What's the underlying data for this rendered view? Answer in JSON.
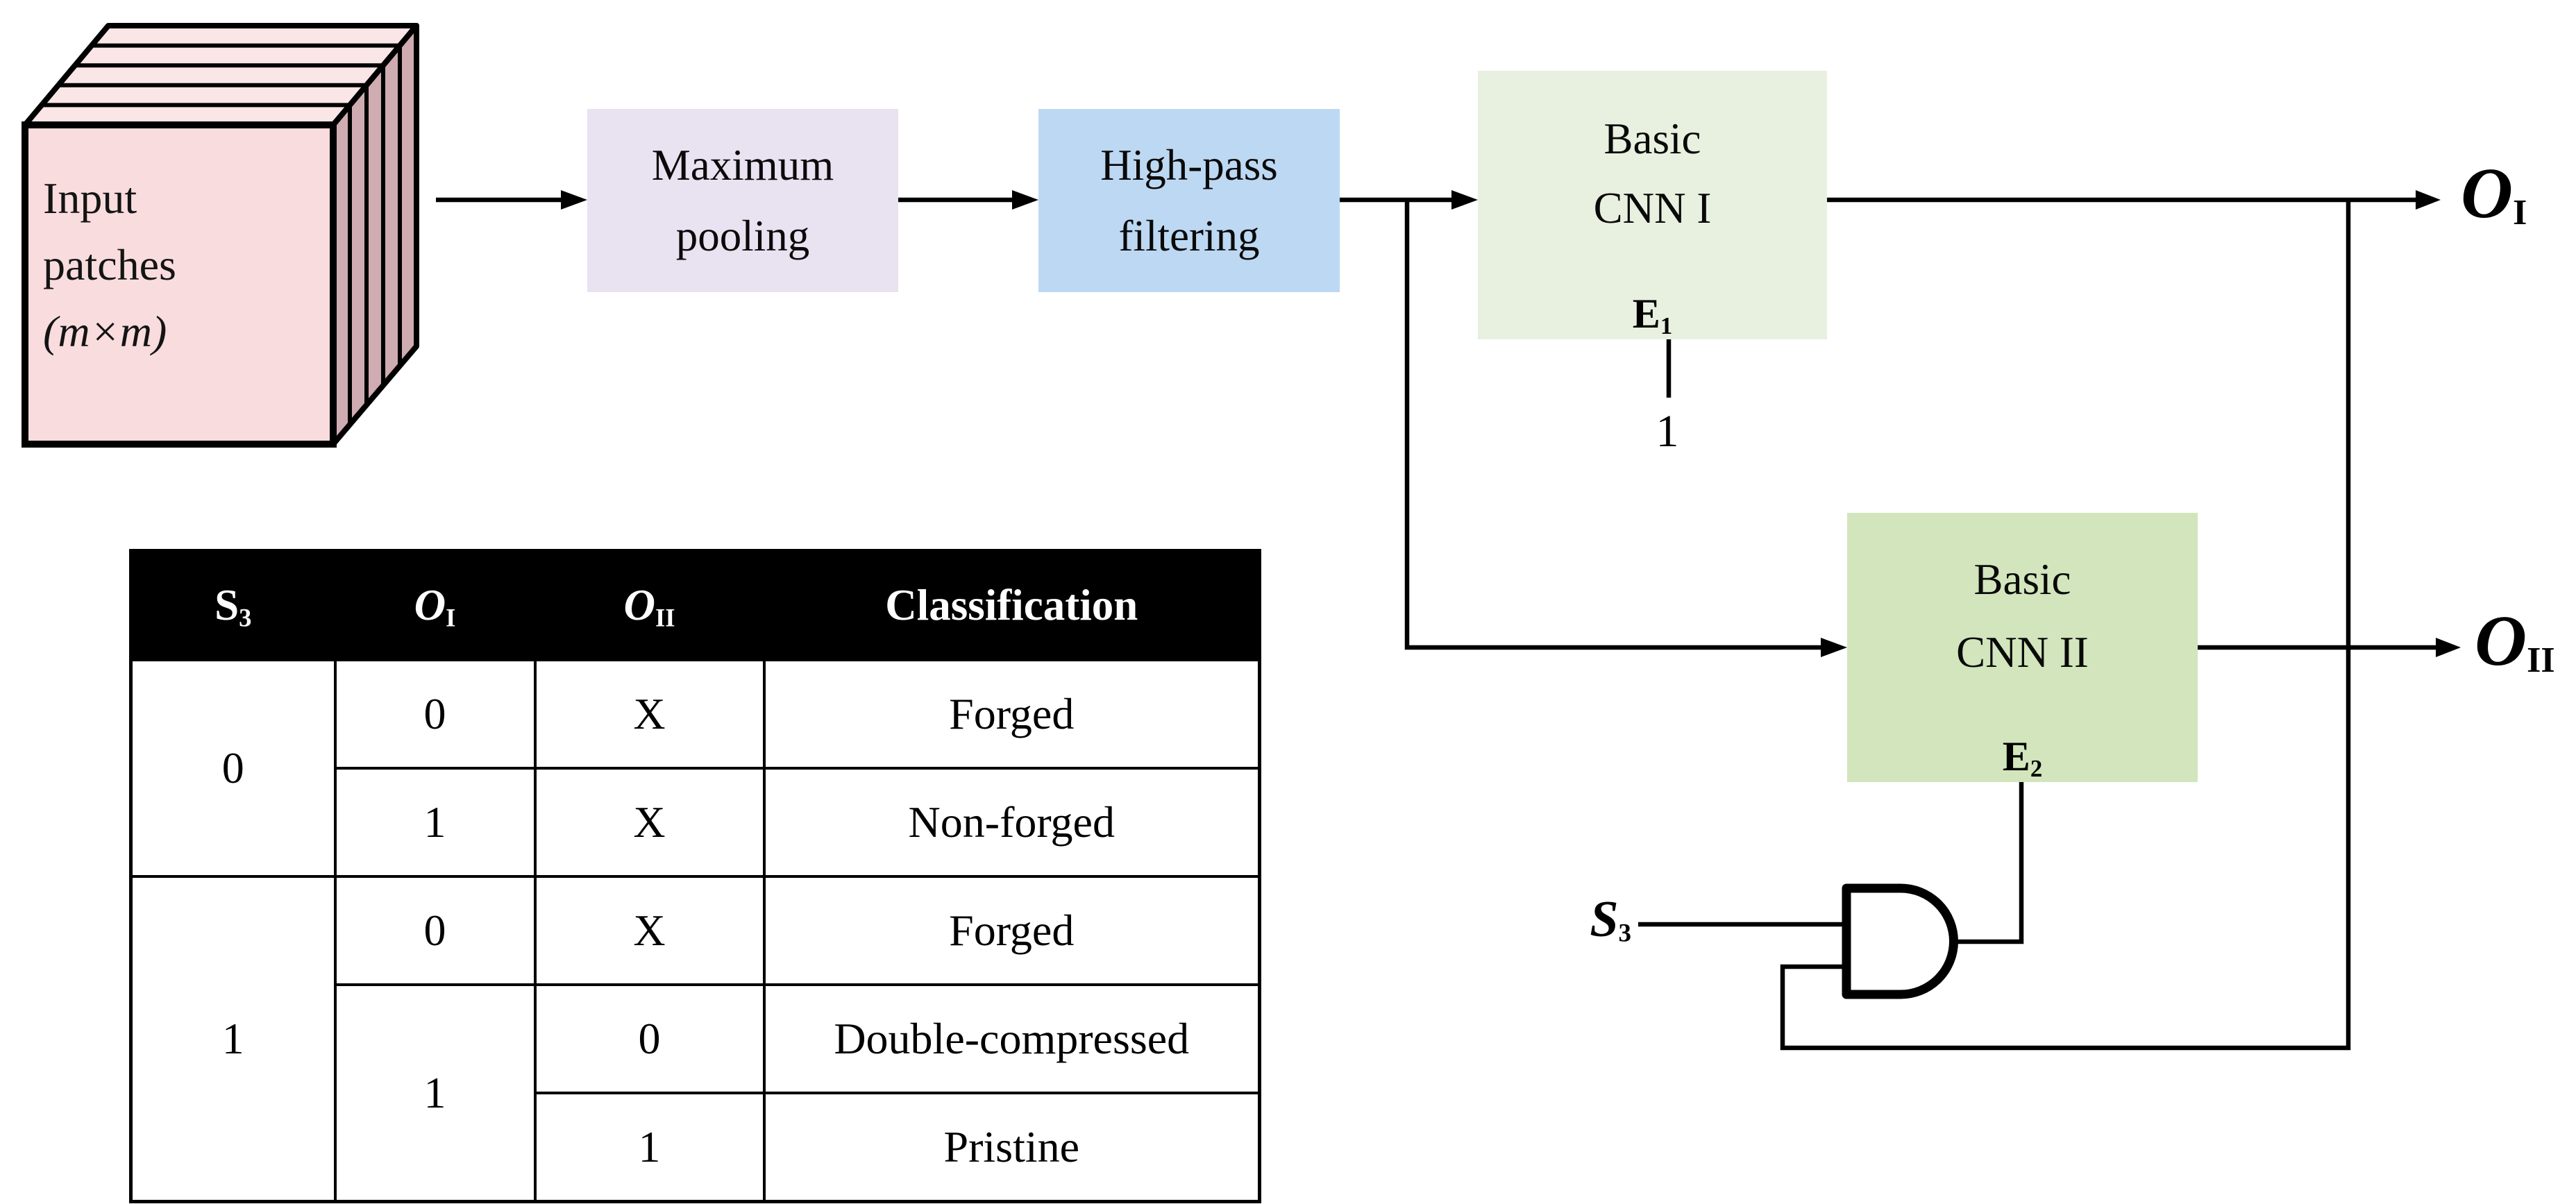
{
  "colors": {
    "cube_front": "#f9dcde",
    "cube_top": "#fbe6e7",
    "cube_side": "#cfacb1",
    "box_pooling": "#e9e2f1",
    "box_highpass": "#bdd8f2",
    "box_cnn1": "#e8f0df",
    "box_cnn2": "#d2e5bc",
    "header_bg": "#000000",
    "header_text": "#ffffff",
    "line": "#000000"
  },
  "diagram": {
    "input_cube": {
      "line1": "Input",
      "line2": "patches",
      "line3": "(m×m)"
    },
    "pooling": {
      "line1": "Maximum",
      "line2": "pooling"
    },
    "highpass": {
      "line1": "High-pass",
      "line2": "filtering"
    },
    "cnn1": {
      "line1": "Basic",
      "line2": "CNN I",
      "e_base": "E",
      "e_sub": "1"
    },
    "cnn2": {
      "line1": "Basic",
      "line2": "CNN II",
      "e_base": "E",
      "e_sub": "2"
    },
    "const_one": "1",
    "s3": {
      "base": "S",
      "sub": "3"
    },
    "o1": {
      "base": "O",
      "sub": "I"
    },
    "o2": {
      "base": "O",
      "sub": "II"
    }
  },
  "table": {
    "header": {
      "s3": {
        "base": "S",
        "sub": "3"
      },
      "o1": {
        "base": "O",
        "sub": "I"
      },
      "o2": {
        "base": "O",
        "sub": "II"
      },
      "classification": "Classification"
    },
    "body": {
      "s3_group0": "0",
      "s3_group1": "1",
      "r1": {
        "o1": "0",
        "o2": "X",
        "cls": "Forged"
      },
      "r2": {
        "o1": "1",
        "o2": "X",
        "cls": "Non-forged"
      },
      "r3": {
        "o1": "0",
        "o2": "X",
        "cls": "Forged"
      },
      "r45_o1": "1",
      "r4": {
        "o2": "0",
        "cls": "Double-compressed"
      },
      "r5": {
        "o2": "1",
        "cls": "Pristine"
      }
    }
  }
}
